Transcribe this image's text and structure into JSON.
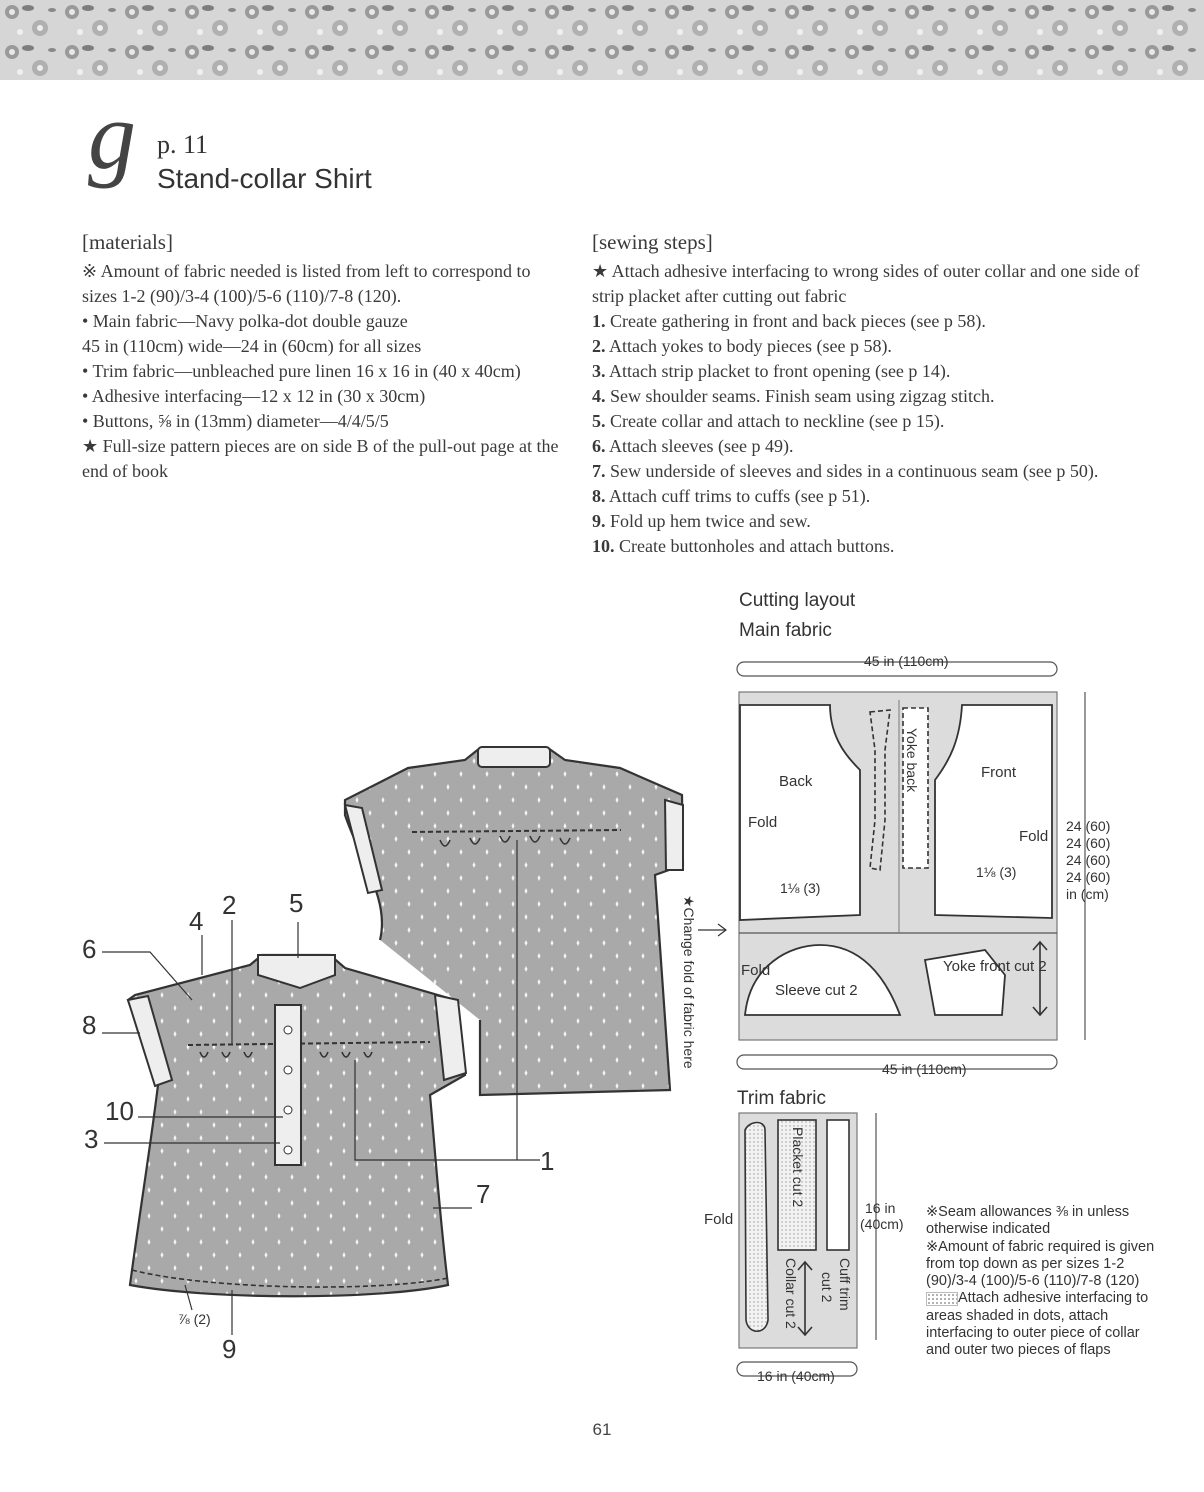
{
  "header": {
    "letter": "g",
    "page_ref": "p. 11",
    "title": "Stand-collar Shirt"
  },
  "materials": {
    "heading": "[materials]",
    "lines": [
      "※ Amount of fabric needed is listed from left to correspond to sizes 1-2 (90)/3-4 (100)/5-6 (110)/7-8 (120).",
      "• Main fabric—Navy polka-dot double gauze",
      "45 in (110cm) wide—24 in (60cm) for all sizes",
      "• Trim fabric—unbleached pure linen 16 x 16 in (40 x 40cm)",
      "• Adhesive interfacing—12 x 12 in (30 x 30cm)",
      "• Buttons, ⅝ in (13mm) diameter—4/4/5/5",
      "★ Full-size pattern pieces are on side B of the pull-out page at the end of book"
    ]
  },
  "steps": {
    "heading": "[sewing steps]",
    "intro": "★ Attach adhesive interfacing to wrong sides of outer collar and one side of strip placket after cutting out fabric",
    "items": [
      {
        "num": "1.",
        "text": "Create gathering in front and back pieces (see p 58)."
      },
      {
        "num": "2.",
        "text": "Attach yokes to body pieces (see p 58)."
      },
      {
        "num": "3.",
        "text": "Attach strip placket to front opening (see p 14)."
      },
      {
        "num": "4.",
        "text": "Sew shoulder seams. Finish seam using zigzag stitch."
      },
      {
        "num": "5.",
        "text": "Create collar and attach to neckline (see p 15)."
      },
      {
        "num": "6.",
        "text": "Attach sleeves (see p 49)."
      },
      {
        "num": "7.",
        "text": "Sew underside of sleeves and sides in a continuous seam (see p 50)."
      },
      {
        "num": "8.",
        "text": "Attach cuff trims to cuffs (see p 51)."
      },
      {
        "num": "9.",
        "text": "Fold up hem twice and sew."
      },
      {
        "num": "10.",
        "text": "Create buttonholes and attach buttons."
      }
    ]
  },
  "illustration": {
    "callouts": [
      "6",
      "4",
      "2",
      "5",
      "8",
      "10",
      "3",
      "1",
      "7",
      "9"
    ],
    "hem_label": "⅞ (2)",
    "fold_note": "★Change fold of fabric here"
  },
  "cutting_layout": {
    "title": "Cutting layout",
    "subtitle": "Main fabric",
    "width_label": "45 in (110cm)",
    "pieces": [
      "Back",
      "Front",
      "Yoke back",
      "Sleeve cut 2",
      "Yoke front cut 2"
    ],
    "fold": "Fold",
    "seam_label": "1⅛ (3)",
    "heights": [
      "24 (60)",
      "24 (60)",
      "24 (60)",
      "24 (60)",
      "in (cm)"
    ]
  },
  "trim_layout": {
    "title": "Trim fabric",
    "pieces": [
      "Placket cut 2",
      "Collar cut 2",
      "Cuff trim cut 2"
    ],
    "fold": "Fold",
    "height_label": [
      "16 in",
      "(40cm)"
    ],
    "width_label": "16 in (40cm)"
  },
  "notes": {
    "seam": "※Seam allowances ⅜ in unless otherwise indicated",
    "amount": "※Amount of fabric required is given from top down as per sizes 1-2 (90)/3-4 (100)/5-6 (110)/7-8 (120)",
    "interfacing": "Attach adhesive interfacing to areas shaded in dots, attach interfacing to outer piece of collar and outer two pieces of flaps"
  },
  "page_number": "61"
}
